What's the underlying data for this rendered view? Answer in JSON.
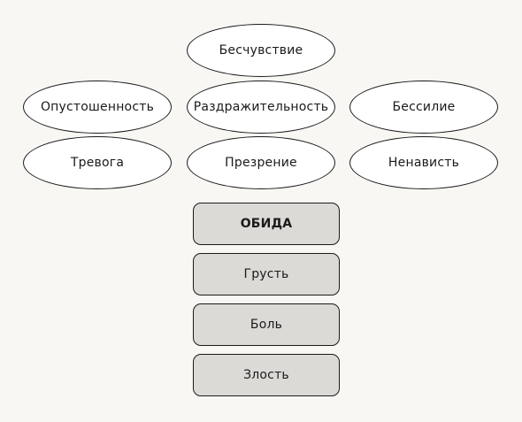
{
  "ellipses": [
    {
      "label": "Бесчувствие"
    },
    {
      "label": "Опустошенность"
    },
    {
      "label": "Раздражительность"
    },
    {
      "label": "Бессилие"
    },
    {
      "label": "Тревога"
    },
    {
      "label": "Презрение"
    },
    {
      "label": "Ненависть"
    }
  ],
  "boxes": [
    {
      "label": "ОБИДА"
    },
    {
      "label": "Грусть"
    },
    {
      "label": "Боль"
    },
    {
      "label": "Злость"
    }
  ]
}
